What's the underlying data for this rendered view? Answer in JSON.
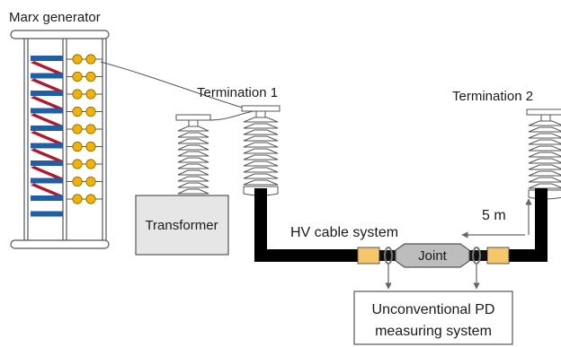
{
  "labels": {
    "marx_generator": "Marx generator",
    "termination_1": "Termination 1",
    "termination_2": "Termination 2",
    "transformer": "Transformer",
    "hv_cable_system": "HV cable system",
    "joint": "Joint",
    "distance": "5 m",
    "pd_system_line1": "Unconventional PD",
    "pd_system_line2": "measuring system"
  },
  "colors": {
    "insulator_stroke": "#555555",
    "insulator_fill": "#ffffff",
    "cable": "#000000",
    "resistor_red": "#b2182b",
    "resistor_blue": "#1f5fa8",
    "capacitor_fill": "#f2b200",
    "transformer_fill": "#e6e6e6",
    "joint_fill": "#bdbdbd",
    "sleeve_fill": "#f6c66b",
    "arrow": "#666666"
  },
  "marx_stages": 9
}
